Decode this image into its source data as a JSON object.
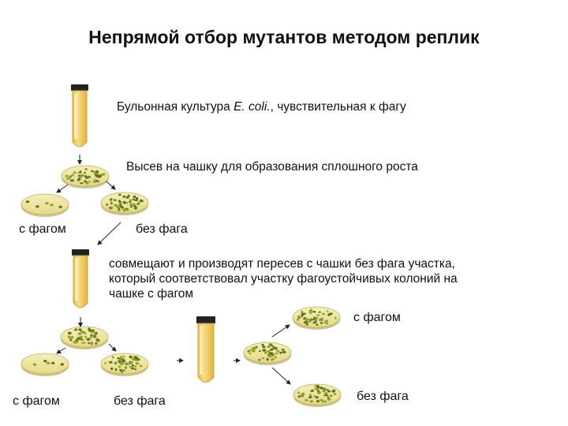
{
  "title": "Непрямой отбор мутантов методом  реплик",
  "steps": {
    "culture_prefix": "Бульонная культура ",
    "culture_species": "E. coli.",
    "culture_suffix": ", чувствительная к фагу",
    "plating": "Высев на чашку для образования сплошного роста",
    "transfer_line1": "совмещают и производят пересев с чашки без фага участка,",
    "transfer_line2": "который соответствовал участку фагоустойчивых колоний на",
    "transfer_line3": "чашке с фагом"
  },
  "labels": {
    "with_phage_1": "с фагом",
    "without_phage_1": "без фага",
    "with_phage_2": "с фагом",
    "without_phage_2": "без фага",
    "with_phage_3": "с фагом",
    "without_phage_3": "без фага"
  },
  "colors": {
    "broth": "#f2cf63",
    "broth_light": "#faeab0",
    "plate_rim": "#cfc48a",
    "agar": "#f0e8a4",
    "colony": "#8fa12e",
    "colony_dark": "#5e7020",
    "cap": "#222222"
  }
}
